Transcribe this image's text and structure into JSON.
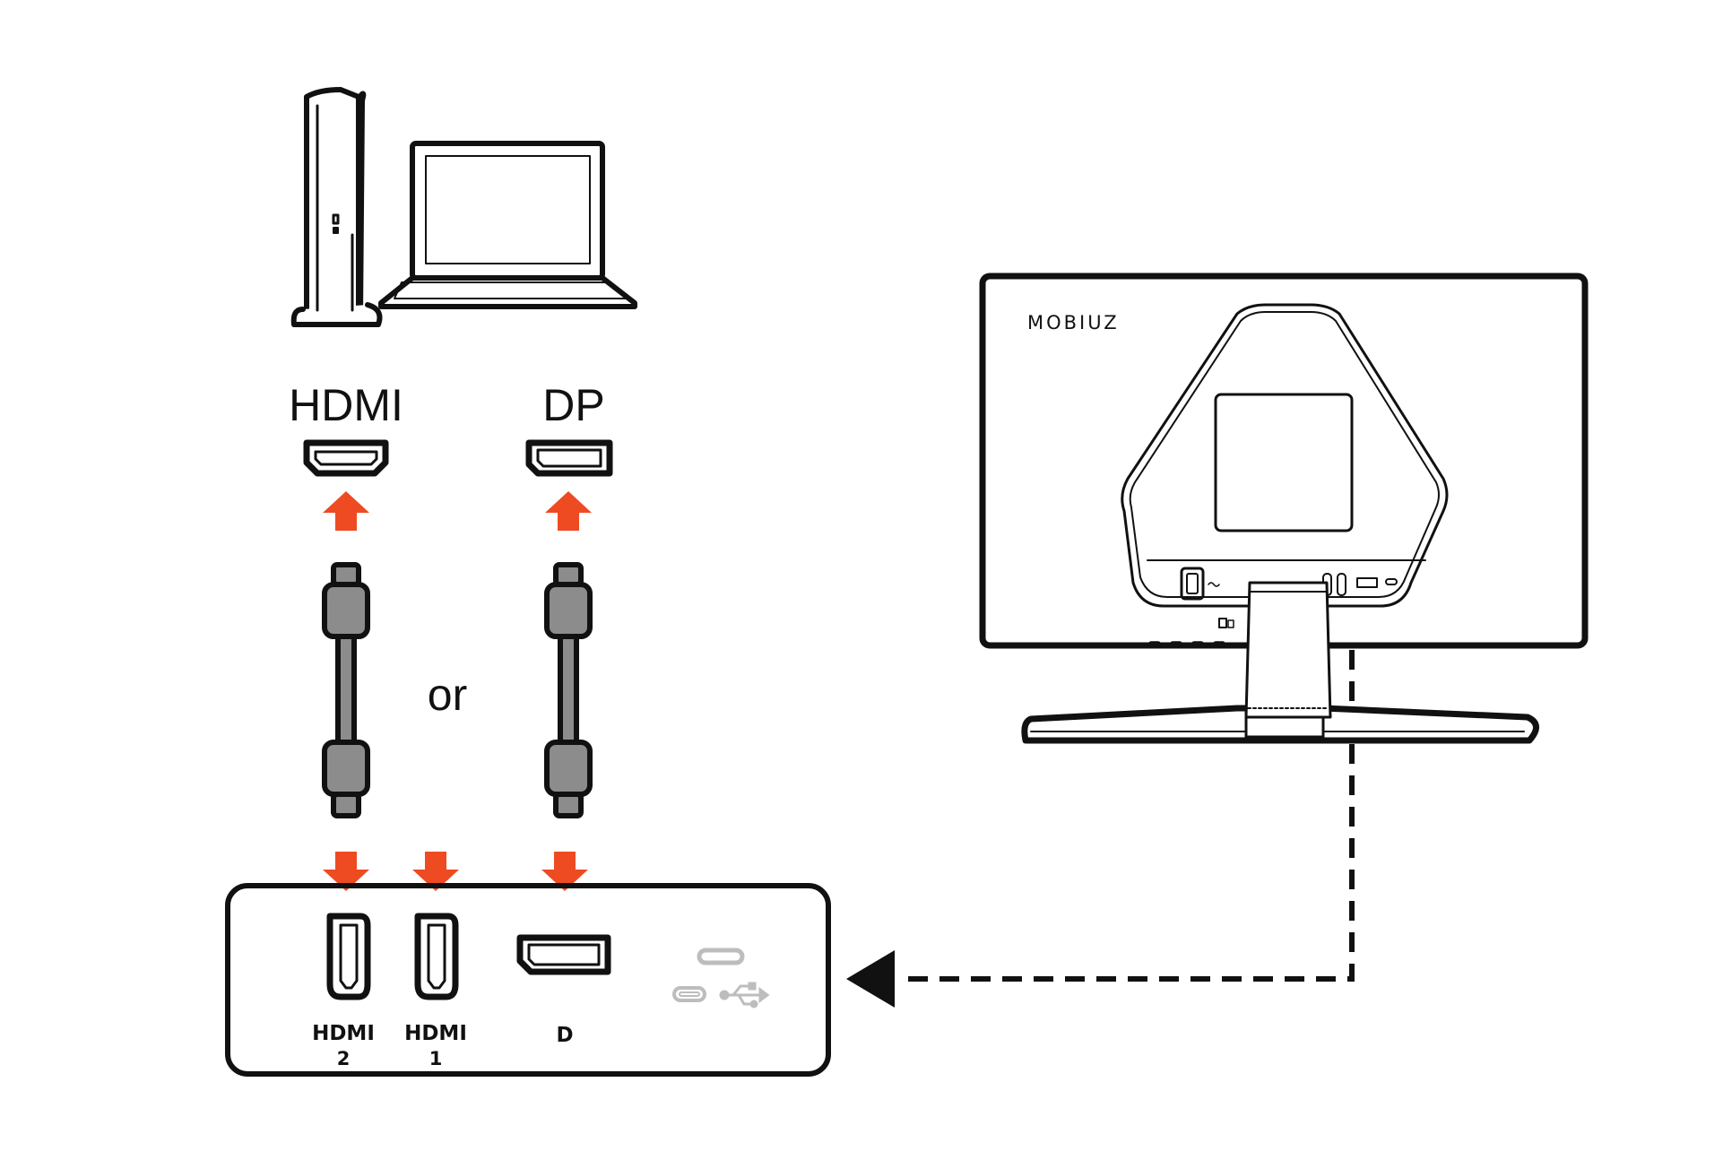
{
  "labels": {
    "hdmi": "HDMI",
    "dp": "DP",
    "or": "or",
    "port_hdmi_2": "HDMI",
    "port_hdmi_2_num": "2",
    "port_hdmi_1": "HDMI",
    "port_hdmi_1_num": "1",
    "port_dp": "D",
    "monitor_logo": "MOBIUZ"
  },
  "colors": {
    "arrow": "#EE4B22",
    "line": "#111111",
    "cable_fill": "#8C8C8C",
    "usb_gray": "#BDBDBD"
  },
  "icons": {
    "game_console": "game-console-icon",
    "laptop": "laptop-icon",
    "hdmi_connector": "hdmi-connector-icon",
    "dp_connector": "dp-connector-icon",
    "cable": "cable-icon",
    "usb_c": "usb-c-icon",
    "usb": "usb-icon",
    "monitor": "monitor-back-icon"
  }
}
